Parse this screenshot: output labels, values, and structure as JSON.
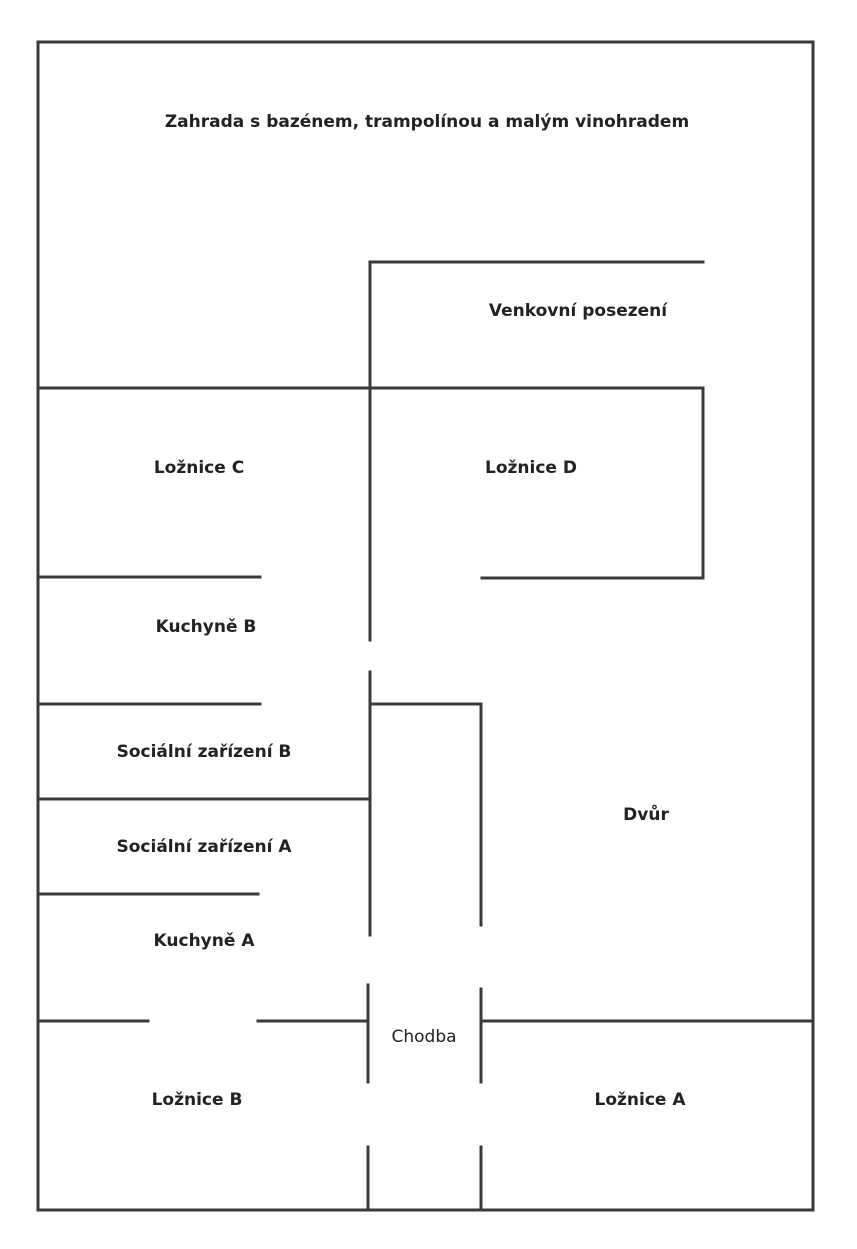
{
  "plan": {
    "rooms": {
      "garden": "Zahrada s bazénem, trampolínou a malým vinohradem",
      "outdoor_seating": "Venkovní posezení",
      "bedroom_c": "Ložnice C",
      "bedroom_d": "Ložnice D",
      "kitchen_b": "Kuchyně B",
      "bathroom_b": "Sociální zařízení B",
      "bathroom_a": "Sociální zařízení A",
      "kitchen_a": "Kuchyně A",
      "courtyard": "Dvůr",
      "corridor": "Chodba",
      "bedroom_b": "Ložnice B",
      "bedroom_a": "Ložnice A"
    },
    "wall_color": "#3a3a3a"
  }
}
